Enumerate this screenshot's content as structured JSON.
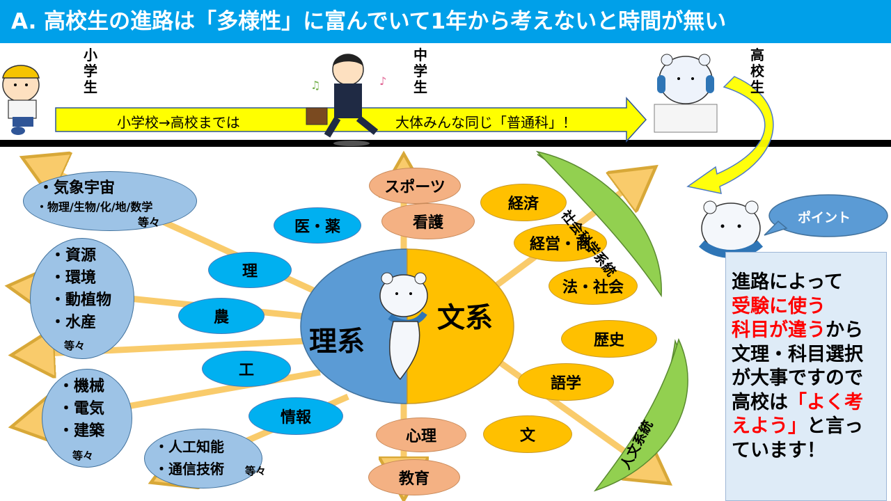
{
  "slide": {
    "title": "A. 高校生の進路は「多様性」に富んでいて1年から考えないと時間が無い"
  },
  "timeline": {
    "elementary": "小学生",
    "middle": "中学生",
    "high": "高校生",
    "arrow_text_left": "小学校→高校までは",
    "arrow_text_right": "大体みんな同じ「普通科」！"
  },
  "center": {
    "science": "理系",
    "humanities": "文系"
  },
  "fields": {
    "medicine": "医・薬",
    "sports": "スポーツ",
    "nursing": "看護",
    "science_dept": "理",
    "agriculture": "農",
    "engineering": "工",
    "information": "情報",
    "economics": "経済",
    "business": "経営・商",
    "law": "法・社会",
    "history": "歴史",
    "language": "語学",
    "literature": "文",
    "psychology": "心理",
    "education": "教育"
  },
  "bands": {
    "social_science": "社会科学系統",
    "humanities": "人文系統"
  },
  "groups": {
    "weather": {
      "line1": "・気象宇宙",
      "line2": "・物理/生物/化/地/数学",
      "line3": "等々"
    },
    "resources": {
      "items": [
        "・資源",
        "・環境",
        "・動植物",
        "・水産"
      ],
      "etc": "等々"
    },
    "machinery": {
      "items": [
        "・機械",
        "・電気",
        "・建築"
      ],
      "etc": "等々"
    },
    "ai": {
      "line1": "・人工知能",
      "line2": "・通信技術",
      "etc": "等々"
    }
  },
  "point": {
    "label": "ポイント",
    "line1": "進路によって",
    "line2": "受験に使う",
    "line3_red": "科目が違う",
    "line3_black": "から",
    "line4": "文理・科目選択",
    "line5": "が大事ですので",
    "line6_black": "高校は",
    "line6_red": "「よく考",
    "line7_red": "えよう」",
    "line7_black": "と言っ",
    "line8": "ています！"
  },
  "colors": {
    "title_bar": "#00a0e9",
    "science": "#5b9bd5",
    "humanities": "#ffc000",
    "arrow_yellow": "#ffff00",
    "band_green": "#92d050",
    "accent_red": "#ff0000"
  }
}
